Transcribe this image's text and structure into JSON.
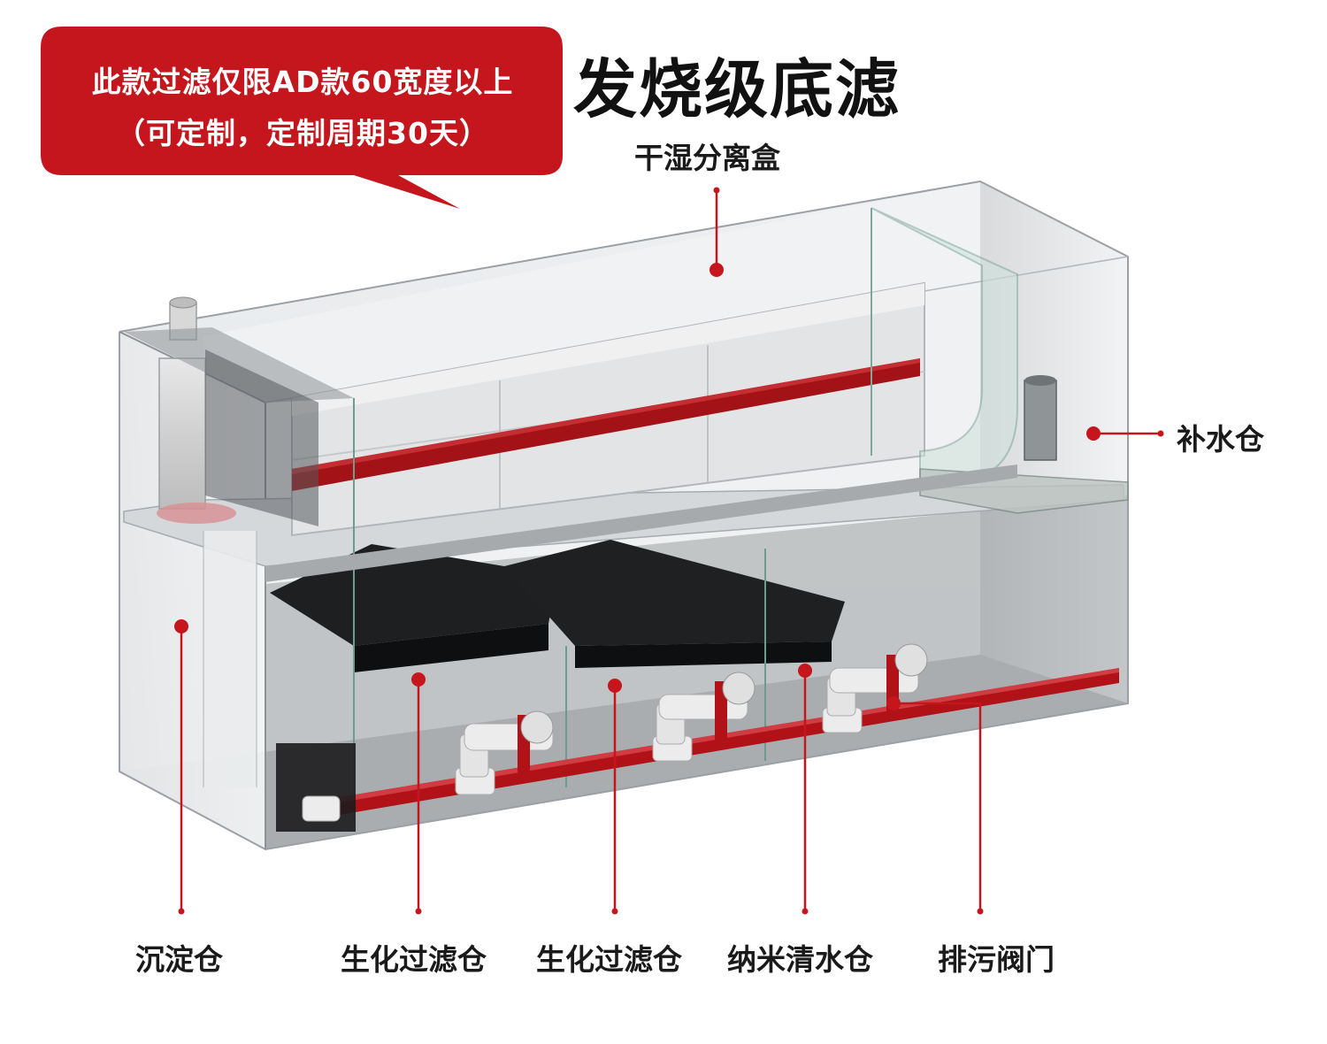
{
  "callout": {
    "line1": "此款过滤仅限AD款60宽度以上",
    "line2": "（可定制，定制周期30天）"
  },
  "title": "发烧级底滤",
  "labels": {
    "dry_wet_box": "干湿分离盒",
    "top_up_chamber": "补水仓",
    "settling_chamber": "沉淀仓",
    "bio_filter_1": "生化过滤仓",
    "bio_filter_2": "生化过滤仓",
    "nano_clear_chamber": "纳米清水仓",
    "drain_valve": "排污阀门"
  },
  "colors": {
    "accent_red": "#c4161c",
    "pipe_red": "#b01218"
  }
}
